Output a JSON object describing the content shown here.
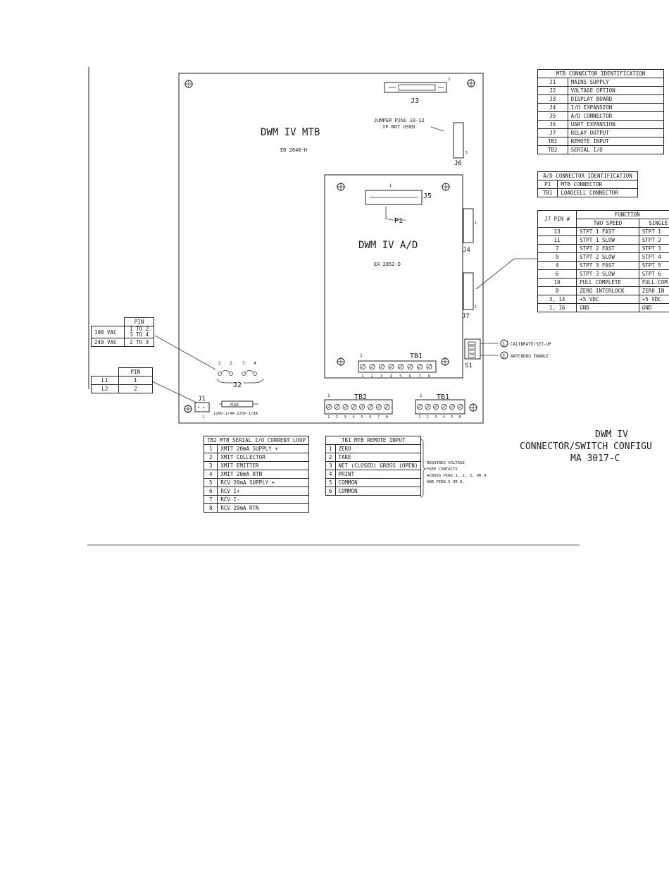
{
  "title_block": {
    "line1": "DWM IV",
    "line2": "CONNECTOR/SWITCH CONFIGU",
    "line3": "MA 3017-C"
  },
  "mtb_board": {
    "name": "DWM IV MTB",
    "part_no": "ED 2848-H"
  },
  "ad_board": {
    "name": "DWM IV A/D",
    "part_no": "EA 2852-D"
  },
  "jumper_note": {
    "line1": "JUMPER PINS 10-12",
    "line2": "IF NOT USED"
  },
  "connectors": {
    "j3": "J3",
    "j3_pin": "1",
    "j6": "J6",
    "j6_pin": "1",
    "j5": "J5",
    "j5_pin": "1",
    "p1": "P1",
    "j4": "J4",
    "j4_pin": "1",
    "j7": "J7",
    "j7_pin": "1",
    "tb1_ad": "TB1",
    "tb1_ad_pin": "1",
    "j1": "J1",
    "j1_pin": "1",
    "j2": "J2",
    "tb2": "TB2",
    "tb2_pin": "1",
    "tb1": "TB1",
    "tb1_pin": "1",
    "s1": "S1",
    "j2_pins": [
      "1",
      "2",
      "3",
      "4"
    ],
    "tb1_ad_pins": [
      "1",
      "2",
      "3",
      "4",
      "5",
      "6",
      "7",
      "8"
    ],
    "tb2_pins": [
      "1",
      "2",
      "3",
      "4",
      "5",
      "6",
      "7",
      "8"
    ],
    "tb1_pins": [
      "1",
      "2",
      "3",
      "4",
      "5",
      "6"
    ]
  },
  "fuse": {
    "label": "FUSE",
    "rating": "120V-1/4A  220V-1/8A"
  },
  "switch_callouts": [
    {
      "num": "1",
      "label": "CALIBRATE/SET-UP"
    },
    {
      "num": "2",
      "label": "WATCHDOG ENABLE"
    }
  ],
  "mtb_connector_table": {
    "title": "MTB CONNECTOR IDENTIFICATION",
    "rows": [
      [
        "J1",
        "MAINS SUPPLY"
      ],
      [
        "J2",
        "VOLTAGE OPTION"
      ],
      [
        "J3",
        "DISPLAY BOARD"
      ],
      [
        "J4",
        "I/O EXPANSION"
      ],
      [
        "J5",
        "A/D CONNECTOR"
      ],
      [
        "J6",
        "UART EXPANSION"
      ],
      [
        "J7",
        "RELAY OUTPUT"
      ],
      [
        "TB1",
        "REMOTE INPUT"
      ],
      [
        "TB2",
        "SERIAL I/O"
      ]
    ]
  },
  "ad_connector_table": {
    "title": "A/D CONNECTOR IDENTIFICATION",
    "rows": [
      [
        "P1",
        "MTB CONNECTOR"
      ],
      [
        "TB1",
        "LOADCELL CONNECTOR"
      ]
    ]
  },
  "j7_table": {
    "pin_header": "J7 PIN #",
    "function_header": "FUNCTION",
    "col_two": "TWO SPEED",
    "col_single": "SINGLE",
    "rows": [
      [
        "13",
        "STPT 1 FAST",
        "STPT 1"
      ],
      [
        "11",
        "STPT 1 SLOW",
        "STPT 2"
      ],
      [
        "7",
        "STPT 2 FAST",
        "STPT 3"
      ],
      [
        "9",
        "STPT 2 SLOW",
        "STPT 4"
      ],
      [
        "4",
        "STPT 3 FAST",
        "STPT 5"
      ],
      [
        "6",
        "STPT 3 SLOW",
        "STPT 6"
      ],
      [
        "10",
        "FULL COMPLETE",
        "FULL COM"
      ],
      [
        "8",
        "ZERO INTERLOCK",
        "ZERO IN"
      ],
      [
        "3, 14",
        "+5 VDC",
        "+5 VDC"
      ],
      [
        "1, 16",
        "GND",
        "GND"
      ]
    ]
  },
  "j2_table": {
    "header": "PIN",
    "rows": [
      [
        "100 VAC",
        "1 TO 2",
        "3 TO 4"
      ],
      [
        "240 VAC",
        "2 TO 3",
        ""
      ]
    ]
  },
  "j1_table": {
    "header": "PIN",
    "rows": [
      [
        "L1",
        "1"
      ],
      [
        "L2",
        "2"
      ]
    ]
  },
  "tb2_table": {
    "title": "TB2 MTB SERIAL I/O CURRENT LOOP",
    "rows": [
      [
        "1",
        "XMIT 20mA SUPPLY +"
      ],
      [
        "2",
        "XMIT COLLECTOR"
      ],
      [
        "3",
        "XMIT EMITTER"
      ],
      [
        "4",
        "XMIT 20mA RTN"
      ],
      [
        "5",
        "RCV 20mA SUPPLY +"
      ],
      [
        "6",
        "RCV I+"
      ],
      [
        "7",
        "RCV I-"
      ],
      [
        "8",
        "RCV 20mA RTN"
      ]
    ]
  },
  "tb1_table": {
    "title": "TB1 MTB REMOTE INPUT",
    "rows": [
      [
        "1",
        "ZERO"
      ],
      [
        "2",
        "TARE"
      ],
      [
        "3",
        "NET (CLOSED) GROSS (OPEN)"
      ],
      [
        "4",
        "PRINT"
      ],
      [
        "5",
        "COMMON"
      ],
      [
        "6",
        "COMMON"
      ]
    ],
    "note": [
      "REQUIRES VOLTAGE",
      "FREE CONTACTS",
      "ACROSS PINS 1, 2, 3, OR 4",
      "AND PINS 5 OR 6."
    ]
  }
}
